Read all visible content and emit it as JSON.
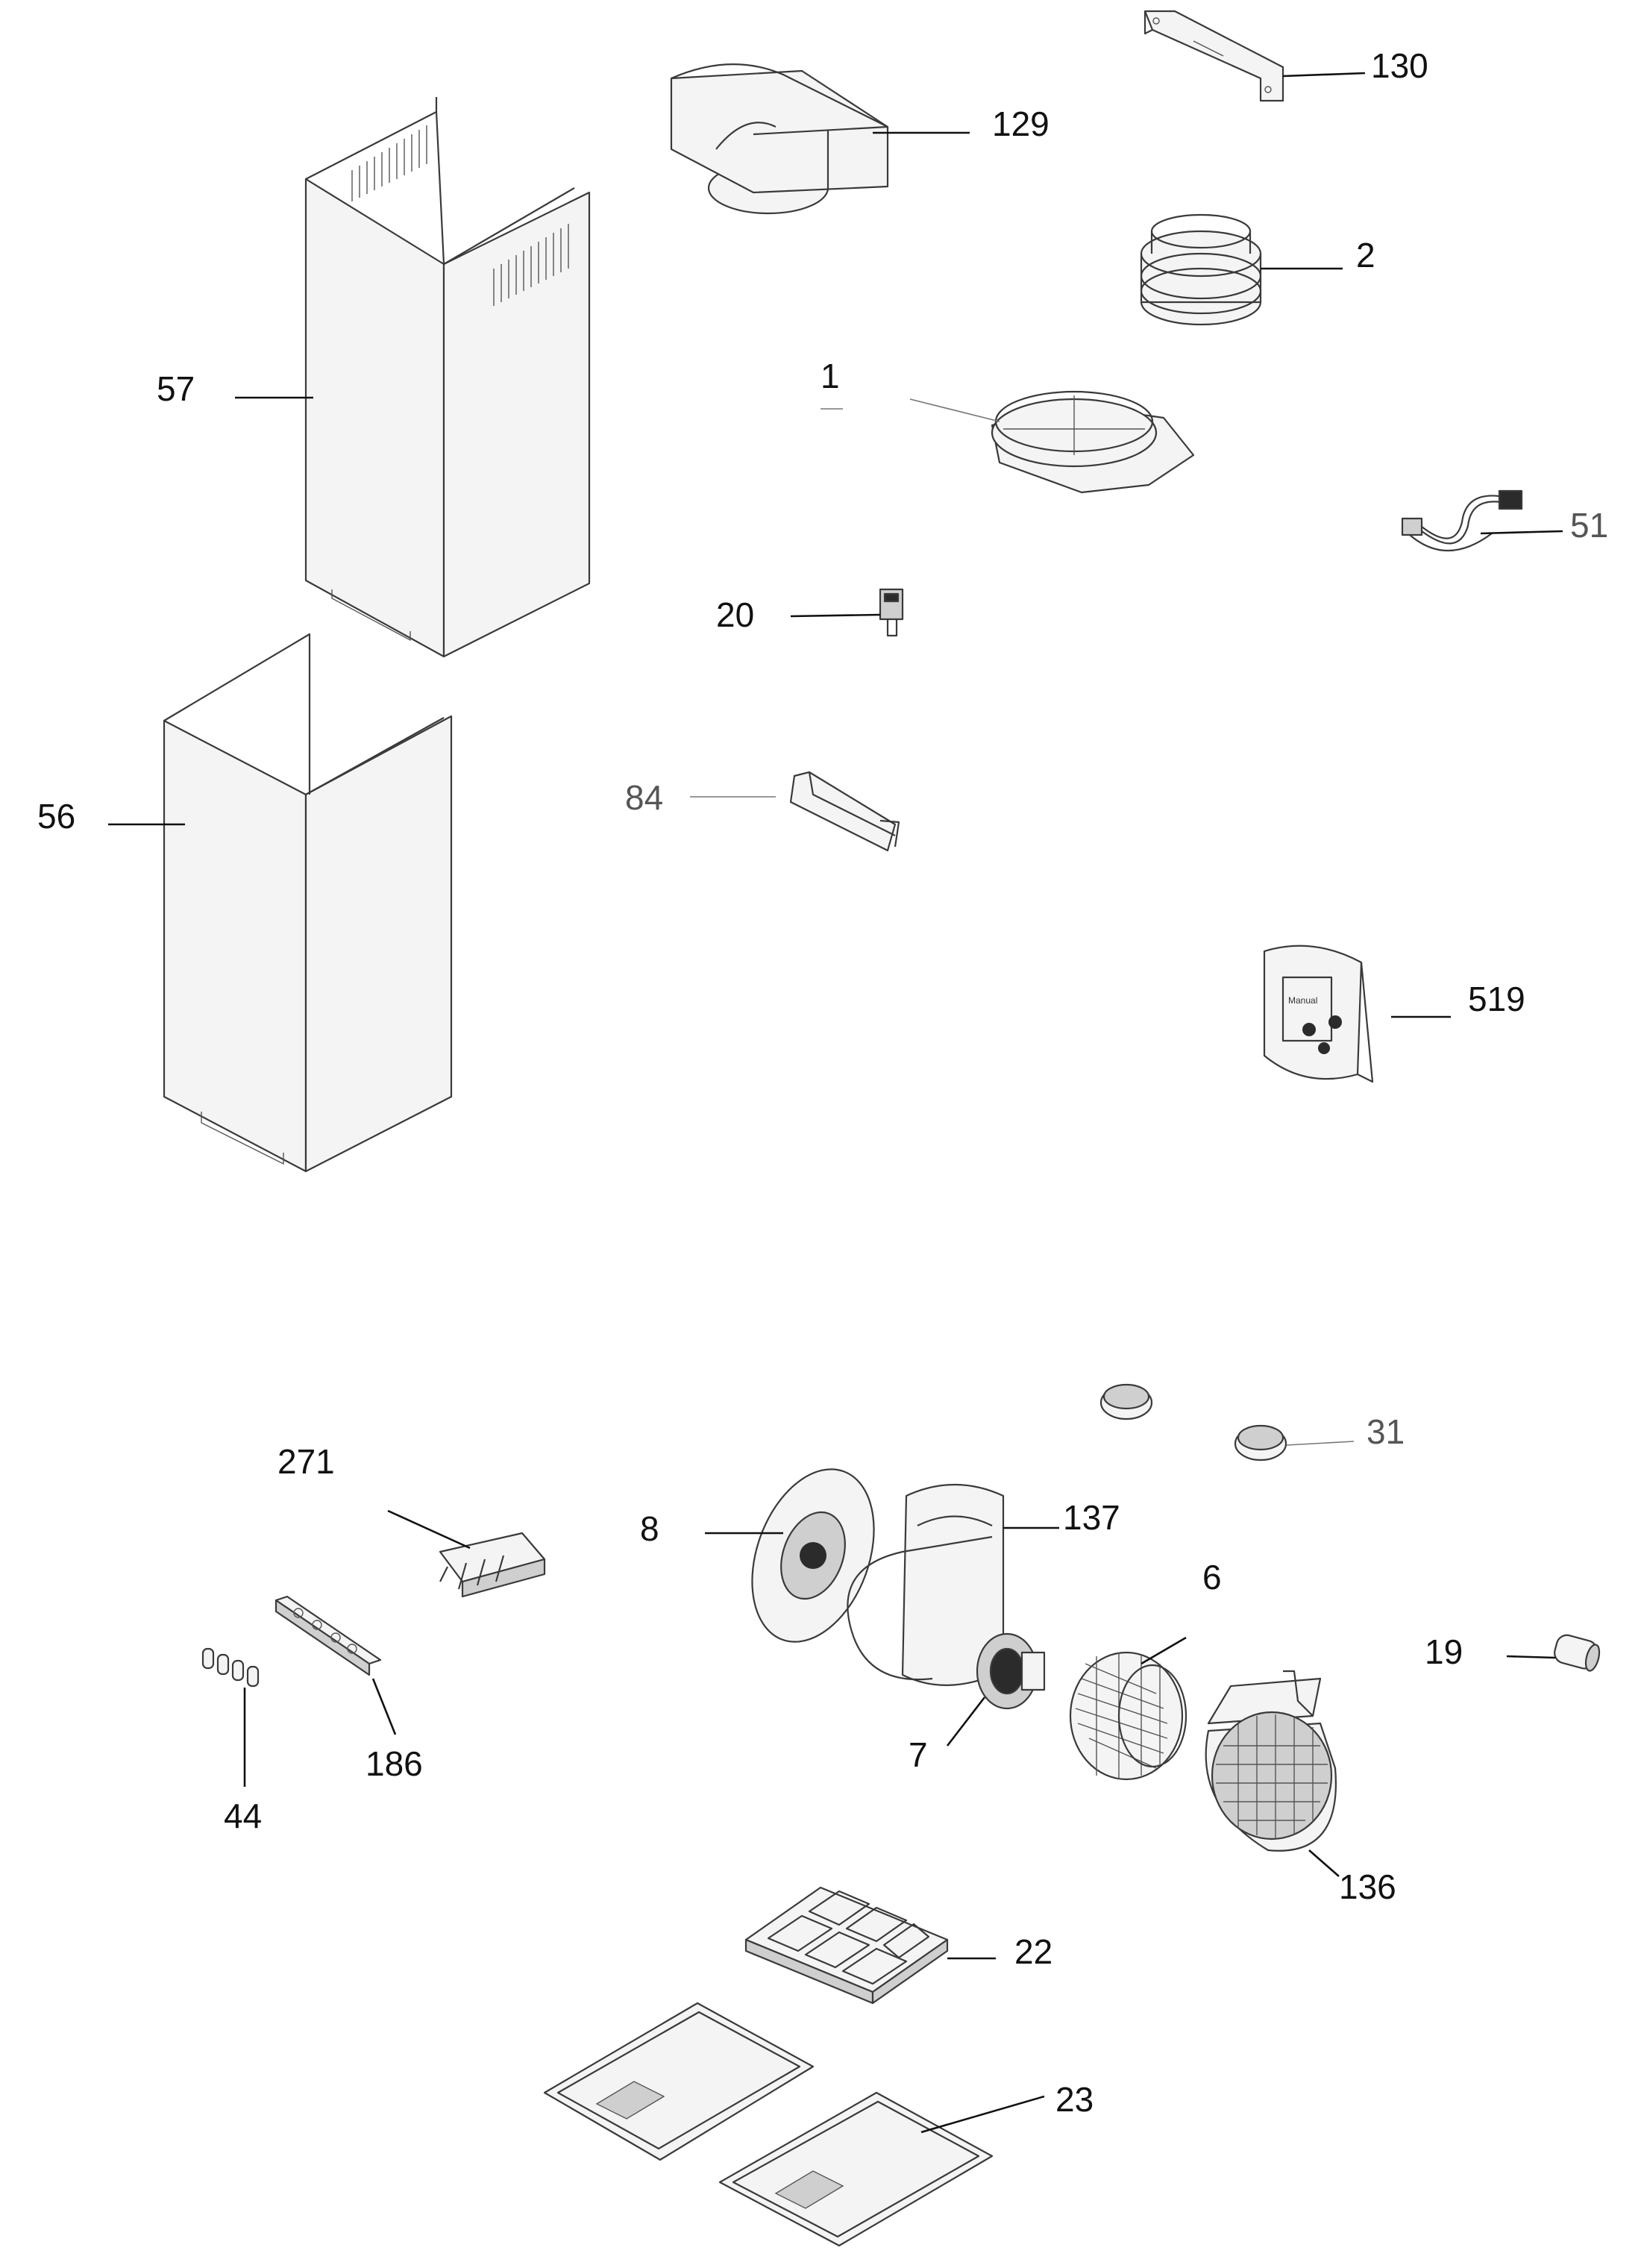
{
  "callouts": {
    "c130": "130",
    "c129": "129",
    "c2": "2",
    "c57": "57",
    "c1": "1",
    "c51": "51",
    "c20": "20",
    "c56": "56",
    "c84": "84",
    "c519": "519",
    "c31": "31",
    "c271": "271",
    "c8": "8",
    "c137": "137",
    "c6": "6",
    "c19": "19",
    "c7": "7",
    "c186": "186",
    "c44": "44",
    "c136": "136",
    "c22": "22",
    "c23": "23"
  },
  "bag_label": "Manual"
}
